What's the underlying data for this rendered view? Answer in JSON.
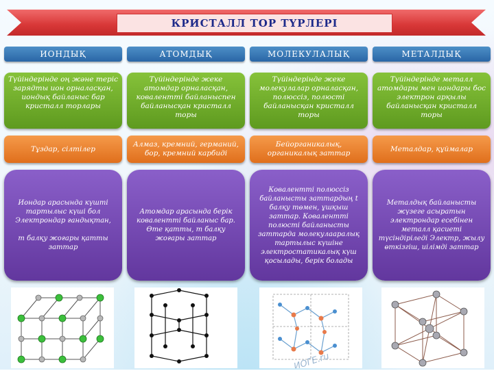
{
  "title": "КРИСТАЛЛ ТОР ТҮРЛЕРІ",
  "columns": [
    {
      "header": "ИОНДЫҚ",
      "definition": "Түйіндерінде оң және теріс зарядты ион орналасқан, иондық байланыс бар кристалл торлары",
      "examples": "Тұздар, сілтілер",
      "properties": "Иондар арасында күшті тартылыс күші бол Электрондар ғандықтан,\n\nт балқу жоғары қатты заттар"
    },
    {
      "header": "АТОМДЫҚ",
      "definition": "Түйіндерінде жеке атомдар орналасқан, коваленттi байланыспен байланысқан кристалл торы",
      "examples": "Алмаз, кремний, германий, бор, кремний карбиді",
      "properties": "Атомдар арасында берік коваленттi байланыс бар. Өте қатты, т балқу жоғары заттар"
    },
    {
      "header": "МОЛЕКУЛАЛЫҚ",
      "definition": "Түйіндерінде жеке молекулалар орналасқан, полюссiз, полюсті байланысқан кристалл торы",
      "examples": "Бейорганикалық, органикалық заттар",
      "properties": "Ковалентті полюссіз байланысты заттардың t балқу төмен, ұшқыш заттар. Ковалентті полюсті байланысты заттарда молекулааралық тартылыс күшіне электростатикалық күш қосылады, берік болады"
    },
    {
      "header": "МЕТАЛДЫҚ",
      "definition": "Түйіндерінде металл атомдары мен иондары бос электрон арқылы байланысқан кристалл торы",
      "examples": "Металдар, құймалар",
      "properties": "Металдық байланысты жүзеге асыратын электрондар есебінен металл қасиеті түсіндіріледі Электр, жылу өткізгіш, иілімді заттар"
    }
  ],
  "watermark": "ИОГЕ.ru",
  "colors": {
    "banner": "#d83737",
    "header": "#2a66a6",
    "definition": "#6faa2a",
    "examples": "#e8801f",
    "properties": "#7247b0",
    "ion_green": "#3cbf3c",
    "ion_grey": "#b0b0b0"
  }
}
